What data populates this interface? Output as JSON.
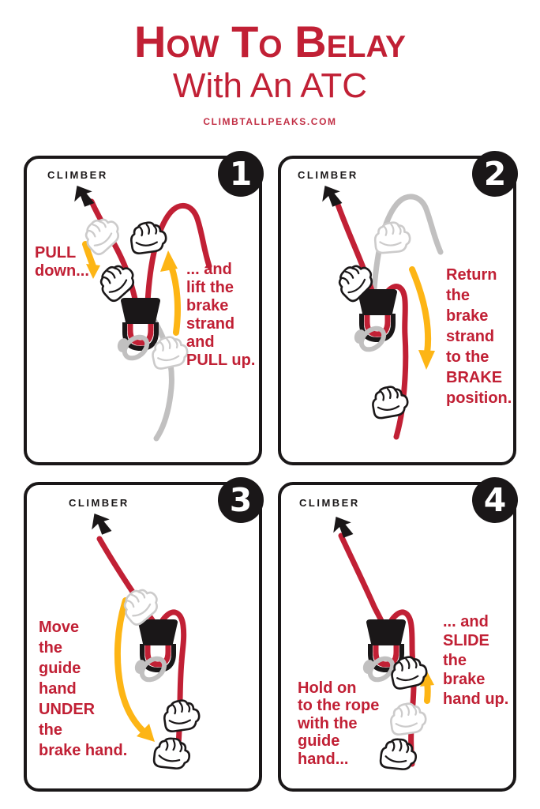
{
  "page": {
    "title": "How To Belay",
    "subtitle": "With An ATC",
    "website": "CLIMBTALLPEAKS.COM"
  },
  "colors": {
    "accent_red": "#C12035",
    "arrow_yellow": "#FDB515",
    "ink_black": "#1A1718",
    "ghost_gray": "#CCCBCB",
    "rope_gray": "#C1C0C0"
  },
  "panels": [
    {
      "number": "1",
      "climber_label": "CLIMBER",
      "caption_left": "PULL\ndown...",
      "caption_right": "... and\nlift the\nbrake\nstrand\nand\nPULL up."
    },
    {
      "number": "2",
      "climber_label": "CLIMBER",
      "caption_right": "Return\nthe\nbrake\nstrand\nto the\nBRAKE\nposition."
    },
    {
      "number": "3",
      "climber_label": "CLIMBER",
      "caption_left": "Move\nthe\nguide\nhand\nUNDER\nthe\nbrake hand."
    },
    {
      "number": "4",
      "climber_label": "CLIMBER",
      "caption_left": "Hold on\nto the rope\nwith the\nguide\nhand...",
      "caption_right": "... and\nSLIDE\nthe\nbrake\nhand up."
    }
  ]
}
